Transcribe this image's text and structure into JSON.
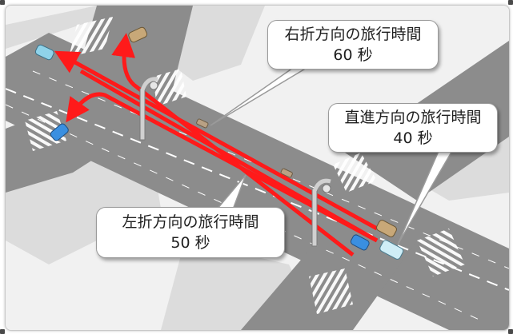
{
  "callouts": {
    "right_turn": {
      "title": "右折方向の旅行時間",
      "value": "60",
      "unit": "秒"
    },
    "straight": {
      "title": "直進方向の旅行時間",
      "value": "40",
      "unit": "秒"
    },
    "left_turn": {
      "title": "左折方向の旅行時間",
      "value": "50",
      "unit": "秒"
    }
  },
  "colors": {
    "road": "#8c8c8c",
    "sidewalk": "#d9d9d9",
    "lane_marking": "#ffffff",
    "route_arrow": "#ff1a1a",
    "background": "#f1f1f1"
  },
  "icons": {
    "route_arrow": "red-route-arrow-icon",
    "signal_pole": "traffic-signal-pole-icon",
    "car": "car-icon"
  }
}
